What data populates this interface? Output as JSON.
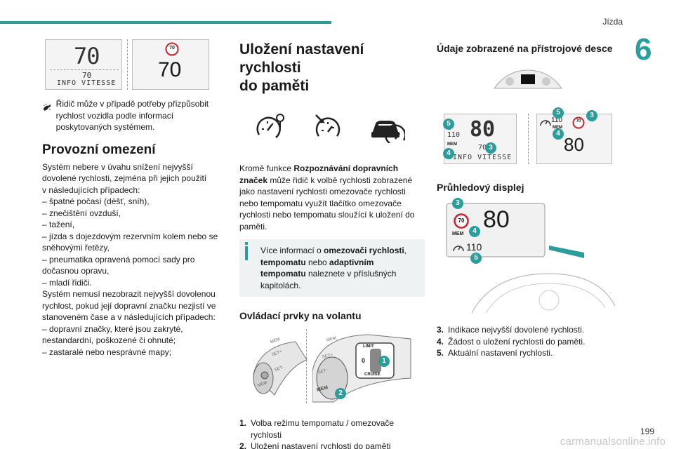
{
  "header": {
    "section": "Jízda",
    "chapter": "6"
  },
  "footer": {
    "page": "199",
    "watermark": "carmanualsonline.info"
  },
  "col1": {
    "fig1": {
      "left_big": "70",
      "left_small": "70",
      "left_caption": "INFO VITESSE",
      "sign": "70",
      "right_big": "70"
    },
    "driver_note": "Řidič může v případě potřeby přizpůsobit rychlost vozidla podle informací poskytovaných systémem.",
    "heading": "Provozní omezení",
    "lines": [
      "Systém nebere v úvahu snížení nejvyšší",
      "dovolené rychlosti, zejména při jejich použití",
      "v následujících případech:",
      "– špatné počasí (déšť, sníh),",
      "– znečištění ovzduší,",
      "– tažení,",
      "– jízda s dojezdovým rezervním kolem nebo se",
      "sněhovými řetězy,",
      "– pneumatika opravená pomocí sady pro",
      "dočasnou opravu,",
      "– mladí řidiči.",
      "Systém nemusí nezobrazit nejvyšší dovolenou",
      "rychlost, pokud její dopravní značku nezjistí ve",
      "stanoveném čase a v následujících případech:",
      "– dopravní značky, které jsou zakryté,",
      "nestandardní, poškozené či ohnuté;",
      "– zastaralé nebo nesprávné mapy;"
    ]
  },
  "col2": {
    "heading_line1": "Uložení nastavení rychlosti",
    "heading_line2": "do paměti",
    "intro_a": "Kromě funkce ",
    "intro_b": "Rozpoznávání dopravních značek",
    "intro_c": " může řidič k volbě rychlosti zobrazené jako nastavení rychlosti omezovače rychlosti nebo tempomatu využít tlačítko omezovače rychlosti nebo tempomatu sloužící k uložení do paměti.",
    "info_a": "Více informací o ",
    "info_b": "omezovači rychlosti",
    "info_c": ", ",
    "info_d": "tempomatu",
    "info_e": " nebo ",
    "info_f": "adaptivním tempomatu",
    "info_g": " naleznete v příslušných kapitolách.",
    "controls_heading": "Ovládací prvky na volantu",
    "stalk": {
      "mem": "MEM",
      "set_plus": "SET+",
      "set_minus": "SET-",
      "lim": "LIMIT",
      "zero": "0",
      "cruise": "CRUISE"
    },
    "callouts": [
      "1",
      "2"
    ],
    "list": [
      {
        "num": "1.",
        "text": "Volba režimu tempomatu / omezovače rychlosti"
      },
      {
        "num": "2.",
        "text": "Uložení nastavení rychlosti do paměti"
      }
    ]
  },
  "col3": {
    "heading": "Údaje zobrazené na přístrojové desce",
    "cluster": {
      "left_big": "80",
      "left_small": "110",
      "mem": "MEM",
      "small70": "70",
      "caption": "INFO VITESSE",
      "right_small": "110",
      "right_mem": "MEM",
      "sign": "70",
      "right_big": "80"
    },
    "hud_heading": "Průhledový displej",
    "hud": {
      "sign": "70",
      "big": "80",
      "mem": "MEM",
      "small": "110"
    },
    "callouts": [
      "3",
      "4",
      "5"
    ],
    "list": [
      {
        "num": "3.",
        "text": "Indikace nejvyšší dovolené rychlosti."
      },
      {
        "num": "4.",
        "text": "Žádost o uložení rychlosti do paměti."
      },
      {
        "num": "5.",
        "text": "Aktuální nastavení rychlosti."
      }
    ]
  },
  "colors": {
    "accent": "#2a9d9c",
    "sign_red": "#d0202a"
  }
}
